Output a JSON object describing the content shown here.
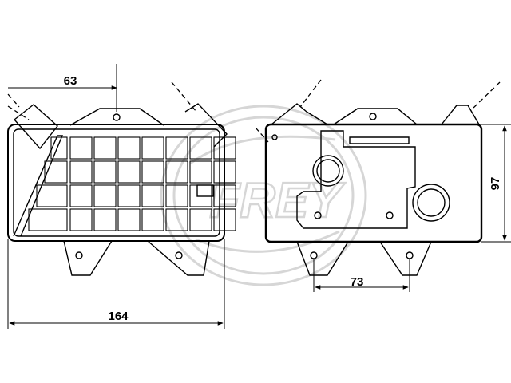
{
  "watermark": {
    "text": "FREY",
    "color": "#d6d6d6"
  },
  "dimensions": {
    "top_offset": "63",
    "overall_length": "164",
    "height": "97",
    "mount_spacing": "73"
  },
  "colors": {
    "line": "#000000",
    "watermark": "#d6d6d6",
    "background": "#ffffff"
  }
}
